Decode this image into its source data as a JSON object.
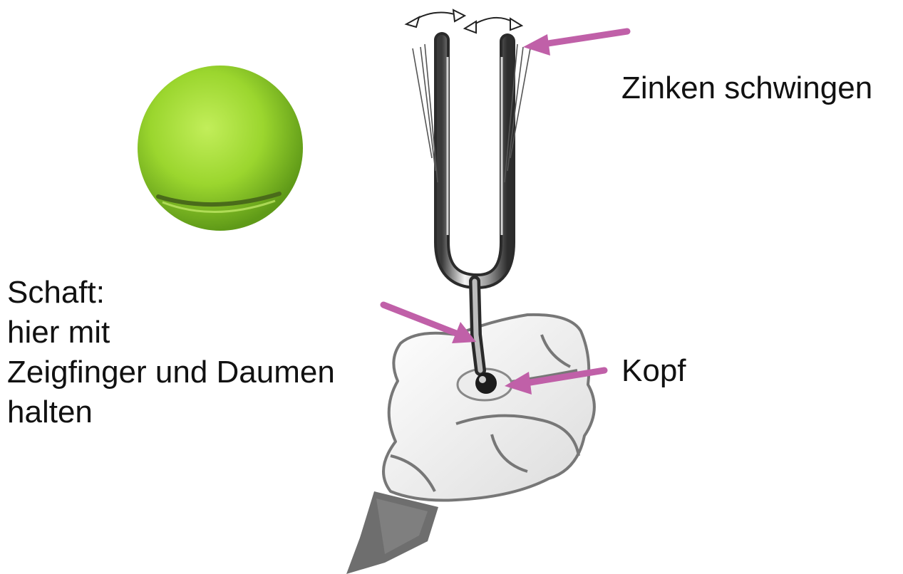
{
  "labels": {
    "tines": "Zinken schwingen",
    "head": "Kopf",
    "shaft_lines": [
      "Schaft:",
      "hier mit",
      "Zeigfinger und Daumen",
      "halten"
    ]
  },
  "colors": {
    "arrow": "#c060a8",
    "ball": "#9bd62e",
    "glove": "#f2f2f2",
    "sleeve": "#6e6e6e",
    "text": "#111111"
  },
  "icons": {
    "ball": "tennis-ball-icon",
    "fork": "tuning-fork-icon",
    "hand": "gloved-hand-icon",
    "vibration": "vibration-arrows-icon"
  }
}
